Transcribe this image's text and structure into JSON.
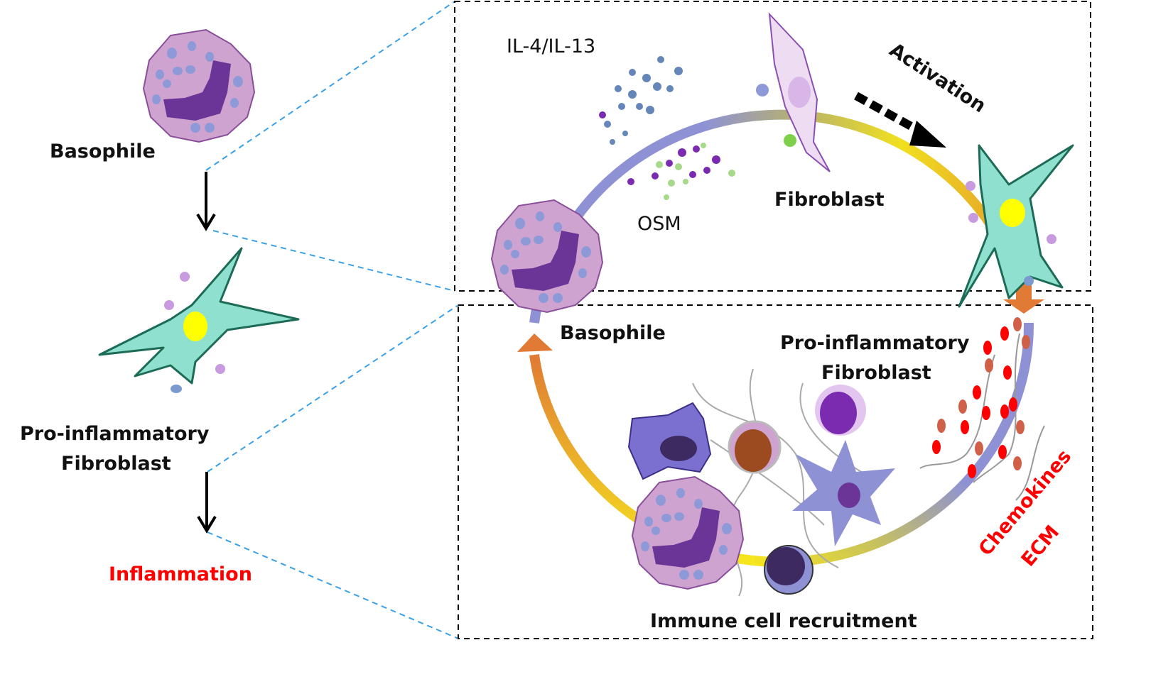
{
  "left_panel": {
    "basophile": "Basophile",
    "pro_inflammatory_line1": "Pro-inflammatory",
    "pro_inflammatory_line2": "Fibroblast",
    "inflammation": "Inflammation"
  },
  "top_box": {
    "il4_il13": "IL-4/IL-13",
    "osm": "OSM",
    "fibroblast": "Fibroblast",
    "activation": "Activation"
  },
  "bottom_box": {
    "basophile": "Basophile",
    "pro_inflammatory_line1": "Pro-inflammatory",
    "pro_inflammatory_line2": "Fibroblast",
    "immune_recruitment": "Immune cell recruitment",
    "chemokines": "Chemokines",
    "ecm": "ECM"
  },
  "colors": {
    "accent_red": "#ff0000",
    "connector_blue": "#3aa0e8",
    "ring_purple": "#8e92d4",
    "ring_yellow": "#f5e51e",
    "arrow_orange": "#e07a35",
    "basophil_body": "#cfa3cf",
    "fibroblast_teal": "#8fe0cf"
  }
}
